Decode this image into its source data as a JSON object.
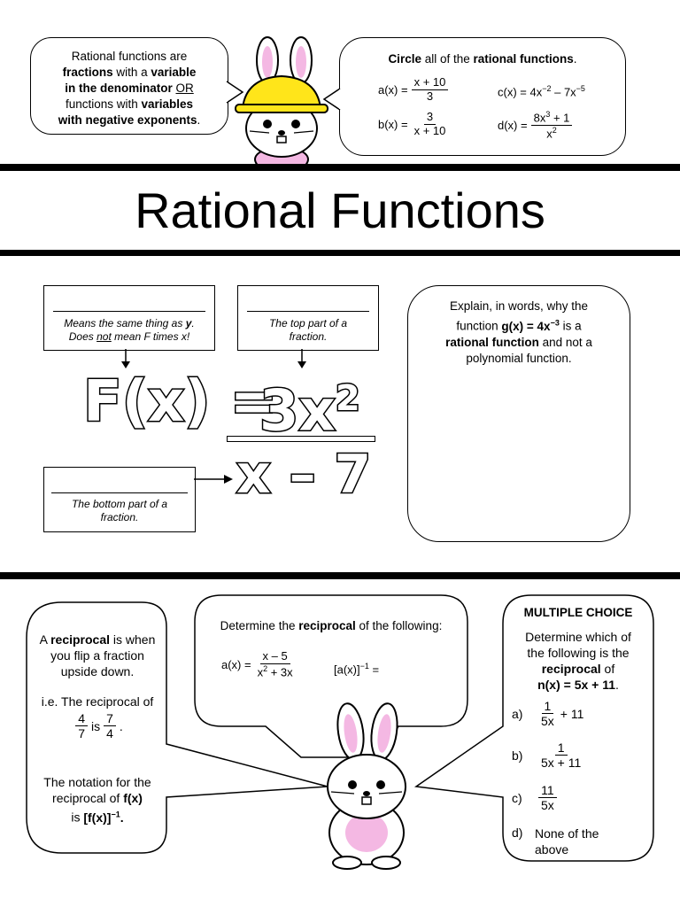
{
  "top": {
    "left_bubble": {
      "l1": "Rational functions are",
      "l2a": "fractions",
      "l2b": " with a ",
      "l2c": "variable",
      "l3a": "in the denominator",
      "l3b": " ",
      "l3c": "OR",
      "l4a": "functions with ",
      "l4b": "variables",
      "l5a": "with negative exponents",
      "l5b": "."
    },
    "right_bubble": {
      "title_a": "Circle",
      "title_b": " all of the ",
      "title_c": "rational functions",
      "title_d": ".",
      "a_label": "a(x) =",
      "a_num": "x + 10",
      "a_den": "3",
      "b_label": "b(x) =",
      "b_num": "3",
      "b_den": "x + 10",
      "c_label": "c(x) = 4x",
      "c_exp1": "−2",
      "c_mid": " – 7x",
      "c_exp2": "−5",
      "d_label": "d(x) =",
      "d_num_a": "8x",
      "d_num_exp": "3",
      "d_num_b": " + 1",
      "d_den_a": "x",
      "d_den_exp": "2"
    }
  },
  "title": "Rational Functions",
  "middle": {
    "box1_caption_a": "Means the same thing as ",
    "box1_caption_b": "y",
    "box1_caption_c": ".",
    "box1_caption_d": "Does ",
    "box1_caption_e": "not",
    "box1_caption_f": " mean F times x!",
    "box2_caption": "The top part of a fraction.",
    "box3_caption": "The bottom part of a fraction.",
    "eq_left": "F(x) =",
    "eq_num": "3x",
    "eq_num_exp": "2",
    "eq_den": "x – 7",
    "explain_a": "Explain, in words, why the",
    "explain_b": "function ",
    "explain_c": "g(x) = 4x",
    "explain_c_exp": "−3",
    "explain_d": " is a",
    "explain_e": "rational function",
    "explain_f": " and not a",
    "explain_g": "polynomial function."
  },
  "bottom": {
    "left": {
      "p1a": "A ",
      "p1b": "reciprocal",
      "p1c": " is when",
      "p1d": "you flip a fraction",
      "p1e": "upside down.",
      "p2a": "i.e. The reciprocal of",
      "p2_num1": "4",
      "p2_den1": "7",
      "p2_is": "is",
      "p2_num2": "7",
      "p2_den2": "4",
      "p2_end": ".",
      "p3a": "The notation for the",
      "p3b": "reciprocal of ",
      "p3c": "f(x)",
      "p3d": "is ",
      "p3e": "[f(x)]",
      "p3e_exp": "−1",
      "p3f": "."
    },
    "center": {
      "title_a": "Determine the ",
      "title_b": "reciprocal",
      "title_c": " of the following:",
      "a_label": "a(x) =",
      "a_num": "x – 5",
      "a_den_a": "x",
      "a_den_exp": "2",
      "a_den_b": " + 3x",
      "inv_a": "[a(x)]",
      "inv_exp": "−1",
      "inv_b": " ="
    },
    "right": {
      "heading": "MULTIPLE CHOICE",
      "q1": "Determine which of",
      "q2": "the following is the",
      "q3": "reciprocal",
      "q3b": " of",
      "q4": "n(x) = 5x + 11",
      "q4b": ".",
      "a_label": "a)",
      "a_num": "1",
      "a_den": "5x",
      "a_tail": " + 11",
      "b_label": "b)",
      "b_num": "1",
      "b_den": "5x + 11",
      "c_label": "c)",
      "c_num": "11",
      "c_den": "5x",
      "d_label": "d)",
      "d_text1": "None of the",
      "d_text2": "above"
    }
  }
}
